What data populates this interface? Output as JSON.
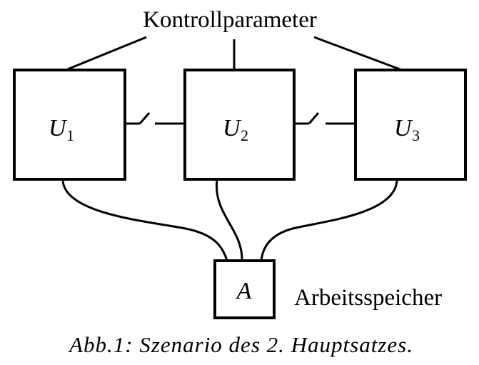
{
  "diagram": {
    "top_label": "Kontrollparameter",
    "units": [
      {
        "symbol": "U",
        "subscript": "1"
      },
      {
        "symbol": "U",
        "subscript": "2"
      },
      {
        "symbol": "U",
        "subscript": "3"
      }
    ],
    "memory": {
      "symbol": "A",
      "label": "Arbeitsspeicher"
    },
    "caption": "Abb.1: Szenario des 2. Hauptsatzes."
  }
}
